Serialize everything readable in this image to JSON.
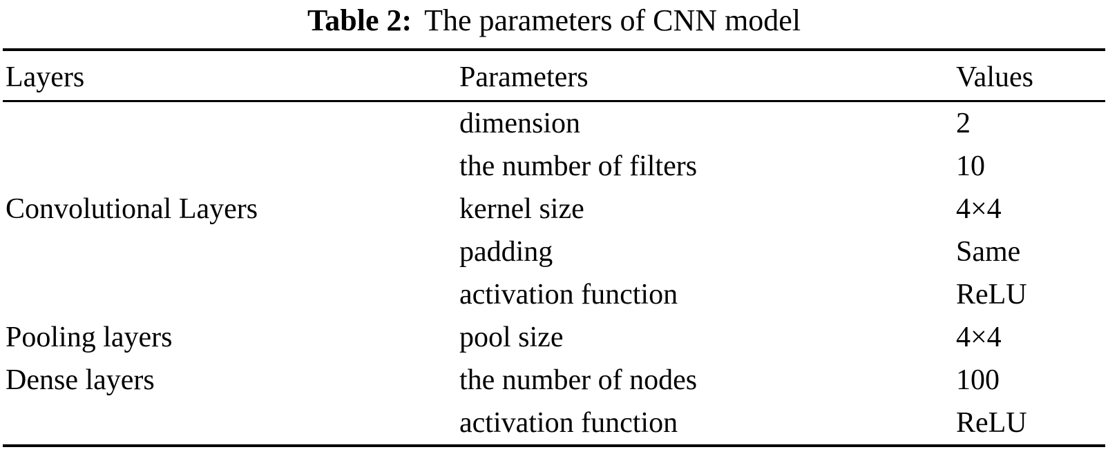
{
  "caption": {
    "label": "Table 2:",
    "text": "The parameters of CNN model"
  },
  "table": {
    "headers": [
      "Layers",
      "Parameters",
      "Values"
    ],
    "rows": [
      {
        "layer": "",
        "parameter": "dimension",
        "value": "2"
      },
      {
        "layer": "",
        "parameter": "the number of filters",
        "value": "10"
      },
      {
        "layer": "Convolutional Layers",
        "parameter": "kernel size",
        "value": "4×4"
      },
      {
        "layer": "",
        "parameter": "padding",
        "value": "Same"
      },
      {
        "layer": "",
        "parameter": "activation function",
        "value": "ReLU"
      },
      {
        "layer": "Pooling layers",
        "parameter": "pool size",
        "value": "4×4"
      },
      {
        "layer": "Dense layers",
        "parameter": "the number of nodes",
        "value": "100"
      },
      {
        "layer": "",
        "parameter": "activation function",
        "value": "ReLU"
      }
    ]
  },
  "colors": {
    "text": "#000000",
    "background": "#ffffff",
    "rule": "#000000"
  }
}
